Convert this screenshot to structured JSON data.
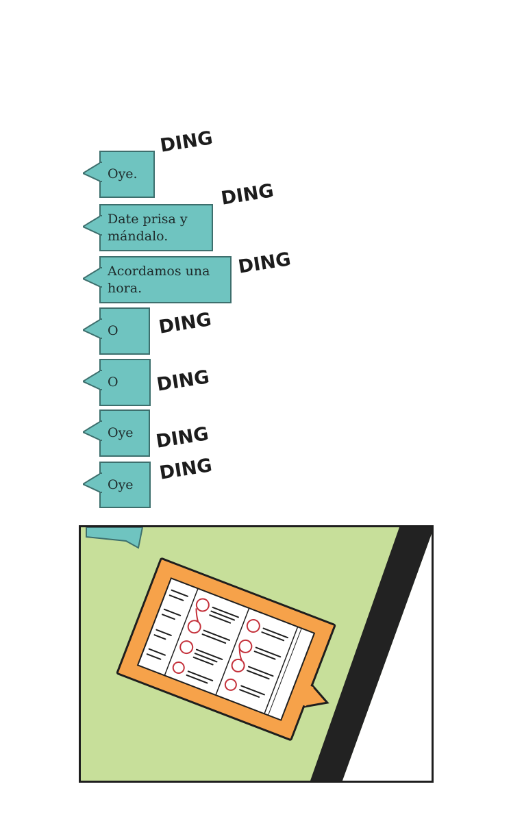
{
  "messages": [
    {
      "text": "Oye.",
      "sfx": "DING"
    },
    {
      "text": "Date prisa y mándalo.",
      "sfx": "DING"
    },
    {
      "text": "Acordamos una hora.",
      "sfx": "DING"
    },
    {
      "text": "O",
      "sfx": "DING"
    },
    {
      "text": "O",
      "sfx": "DING"
    },
    {
      "text": "Oye",
      "sfx": "DING"
    },
    {
      "text": "Oye",
      "sfx": "DING"
    }
  ],
  "colors": {
    "bubble": "#6fc4c0",
    "bubble_border": "#3d6f6d",
    "panel_background": "#c7df9a",
    "phone_frame": "#f6a24a",
    "ink": "#1e1e1e",
    "red_marks": "#c4303a"
  }
}
